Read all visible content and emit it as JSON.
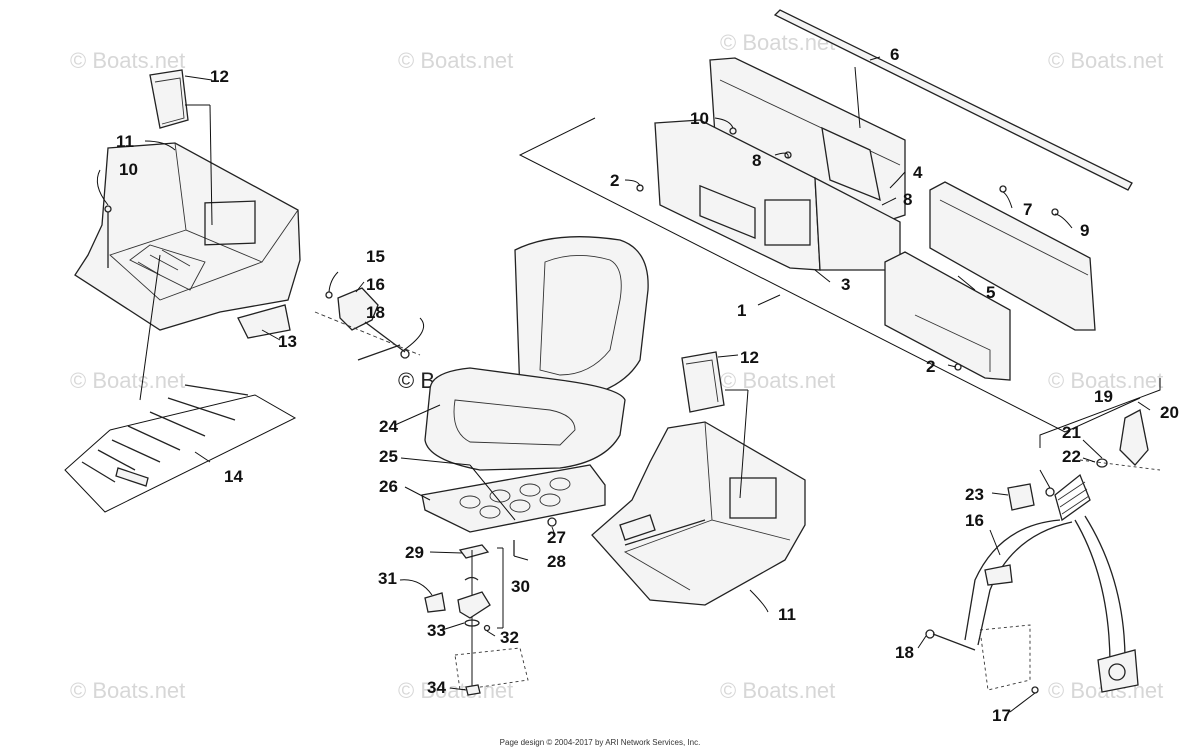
{
  "watermark": {
    "text": "© Boats.net"
  },
  "footer": {
    "text": "Page design © 2004-2017 by ARI Network Services, Inc."
  },
  "callouts": [
    "1",
    "2",
    "2",
    "3",
    "4",
    "5",
    "6",
    "7",
    "8",
    "8",
    "9",
    "10",
    "10",
    "11",
    "11",
    "12",
    "12",
    "13",
    "14",
    "15",
    "16",
    "16",
    "17",
    "18",
    "18",
    "19",
    "20",
    "21",
    "22",
    "23",
    "24",
    "25",
    "26",
    "27",
    "28",
    "29",
    "30",
    "31",
    "32",
    "33",
    "34"
  ]
}
